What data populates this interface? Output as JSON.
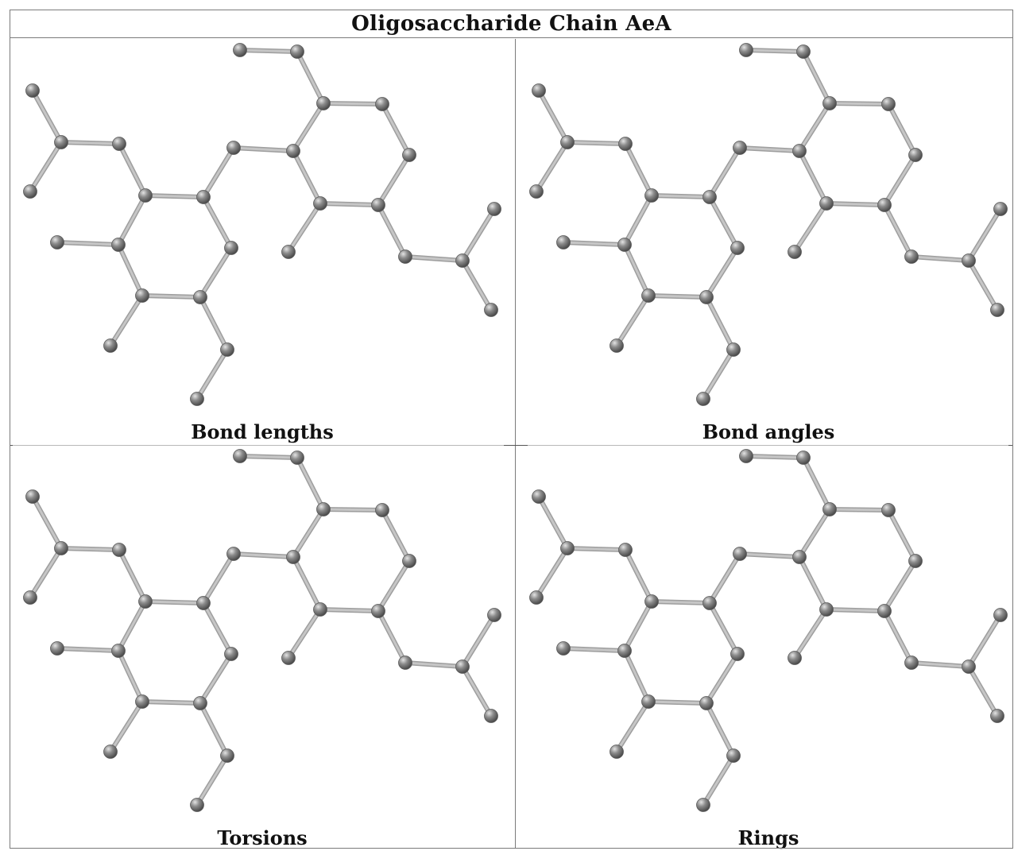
{
  "title": "Oligosaccharide Chain AeA",
  "panels": [
    {
      "id": "tl",
      "caption": "Bond lengths"
    },
    {
      "id": "tr",
      "caption": "Bond angles"
    },
    {
      "id": "bl",
      "caption": "Torsions"
    },
    {
      "id": "br",
      "caption": "Rings"
    }
  ],
  "colors": {
    "atom": "#8c8c8c",
    "bond": "#c6c6c6",
    "border": "#7a7a7a"
  }
}
